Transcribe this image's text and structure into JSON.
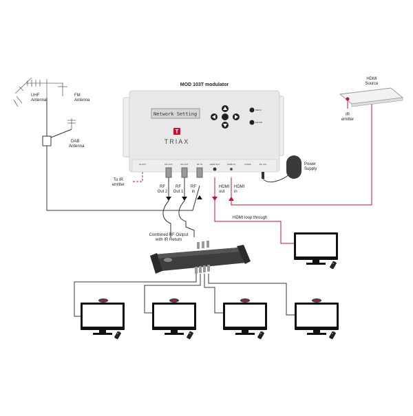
{
  "title": "MOD 103T modulator",
  "colors": {
    "accent": "#c8102e",
    "cable": "#333333",
    "device": "#e8e8e8"
  },
  "modulator": {
    "display": "Network Setting",
    "brand": "TRIAX",
    "logo_letter": "T",
    "menu_label": "MENU",
    "enter_label": "ENTER",
    "port_labels": [
      "IR OUT",
      "RF OUT",
      "RF OUT",
      "RF IN",
      "HDMI OUT",
      "HDMI IN",
      "RS232",
      "DC 12V"
    ]
  },
  "antennas": {
    "uhf": [
      "UHF",
      "Antenna"
    ],
    "fm": [
      "FM",
      "Antenna"
    ],
    "dab": [
      "DAB",
      "Antenna"
    ]
  },
  "hdmi_source": {
    "label": [
      "HDMI",
      "Source"
    ],
    "ir_emitter": [
      "IR",
      "emitter"
    ]
  },
  "power_supply": [
    "Power",
    "Supply"
  ],
  "to_ir_emitter": [
    "To IR",
    "emitter"
  ],
  "ports": {
    "rf_out2": [
      "RF",
      "Out 2"
    ],
    "rf_out1": [
      "RF",
      "Out 1"
    ],
    "rf_in": [
      "RF",
      "in"
    ],
    "hdmi_out": [
      "HDMI",
      "out"
    ],
    "hdmi_in": [
      "HDMI",
      "in"
    ]
  },
  "hdmi_loop": "HDMI loop through",
  "combined": [
    "Combined RF Output",
    "with IR Return"
  ],
  "tv_count": 5
}
